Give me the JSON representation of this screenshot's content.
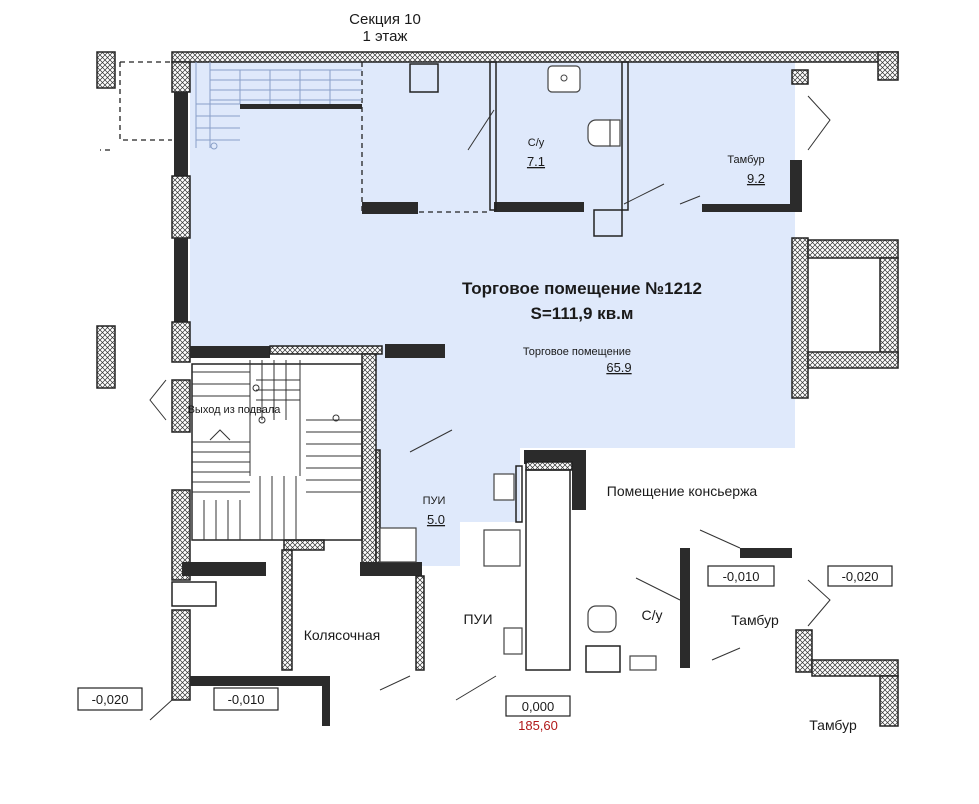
{
  "header": {
    "section": "Секция 10",
    "floor": "1 этаж"
  },
  "unit": {
    "title": "Торговое помещение №1212",
    "area": "S=111,9 кв.м",
    "highlight_color": "#dfe9fb"
  },
  "rooms": {
    "wc_top": {
      "name": "С/у",
      "area": "7.1"
    },
    "vestibule_top": {
      "name": "Тамбур",
      "area": "9.2"
    },
    "retail": {
      "name": "Торговое помещение",
      "area": "65.9"
    },
    "basement_exit": {
      "name": "Выход из подвала"
    },
    "puy_small": {
      "name": "ПУИ",
      "area": "5.0"
    },
    "concierge": {
      "name": "Помещение консьержа"
    },
    "pram_room": {
      "name": "Колясочная"
    },
    "puy_lower": {
      "name": "ПУИ"
    },
    "wc_lower": {
      "name": "С/у"
    },
    "vestibule_lower": {
      "name": "Тамбур"
    },
    "vestibule_bottom": {
      "name": "Тамбур"
    }
  },
  "levels": {
    "left": "-0,020",
    "left_inner": "-0,010",
    "center": "0,000",
    "center_abs": "185,60",
    "concierge": "-0,010",
    "right": "-0,020"
  }
}
